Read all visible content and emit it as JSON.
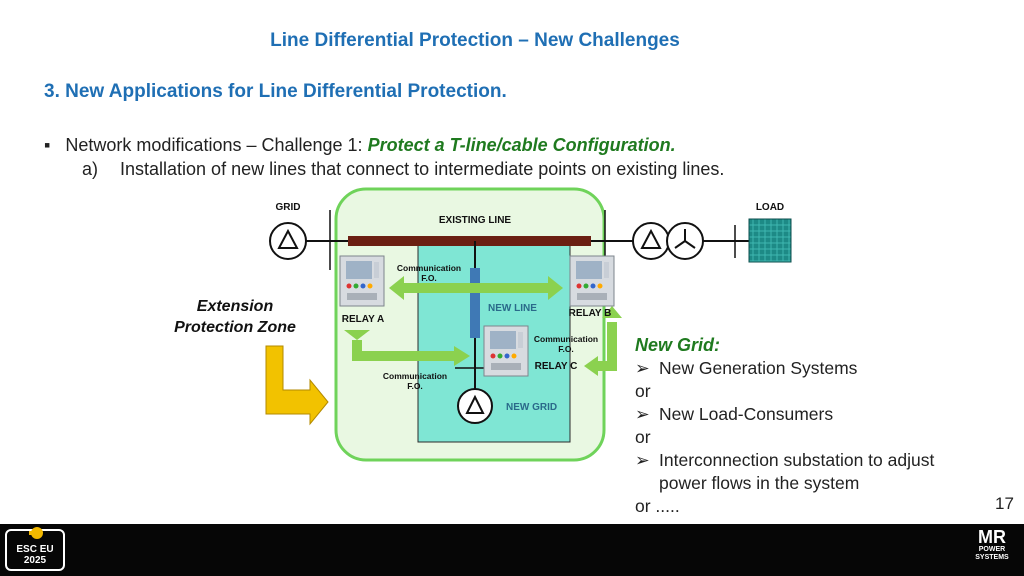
{
  "slide": {
    "title": "Line Differential Protection – New Challenges",
    "section_heading": "3.  New Applications for Line Differential Protection.",
    "bullet_marker": "▪",
    "bullet_prefix": "Network modifications – Challenge 1: ",
    "bullet_highlight": "Protect a T-line/cable Configuration.",
    "sub_label": "a)",
    "sub_text": "Installation of new lines that connect to intermediate points on existing lines.",
    "page_number": "17"
  },
  "diagram": {
    "grid_label": "GRID",
    "load_label": "LOAD",
    "existing_line_label": "EXISTING LINE",
    "new_line_label": "NEW LINE",
    "new_grid_label": "NEW GRID",
    "relay_a_label": "RELAY A",
    "relay_b_label": "RELAY B",
    "relay_c_label": "RELAY C",
    "comm_top_line1": "Communication",
    "comm_top_line2": "F.O.",
    "comm_right_line1": "Communication",
    "comm_right_line2": "F.O.",
    "comm_bottom_line1": "Communication",
    "comm_bottom_line2": "F.O.",
    "extension_zone_line1": "Extension",
    "extension_zone_line2": "Protection Zone",
    "colors": {
      "existing_line": "#6b1f12",
      "zone_border": "#6fd35a",
      "zone_fill": "#e9f8e2",
      "new_grid_fill": "#7fe6d4",
      "comm_arrow": "#8bd14f",
      "zone_arrow": "#f2c200",
      "load_fill": "#1d8a86"
    }
  },
  "new_grid_panel": {
    "title": "New Grid:",
    "item_marker": "➢",
    "items": [
      {
        "text": "New Generation Systems",
        "sep": "or"
      },
      {
        "text": "New Load-Consumers",
        "sep": "or"
      },
      {
        "text": "Interconnection substation to adjust",
        "text2": "power flows in the system",
        "sep": "or ....."
      }
    ]
  },
  "footer": {
    "event_logo_line1": "ESC EU",
    "event_logo_line2": "2025",
    "company_logo_big": "MR",
    "company_logo_line1": "POWER",
    "company_logo_line2": "SYSTEMS",
    "background": "#060606"
  }
}
